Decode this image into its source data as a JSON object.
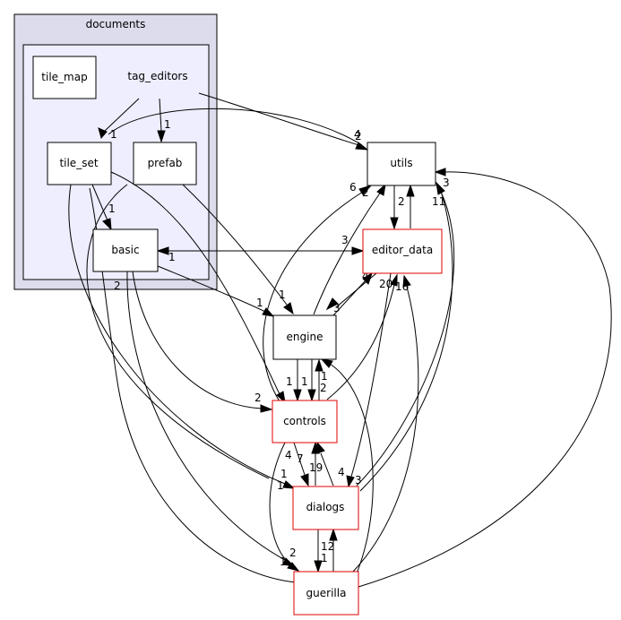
{
  "clusters": {
    "outer": {
      "label": "documents"
    },
    "inner": {
      "label": "tag_editors"
    }
  },
  "nodes": {
    "tile_map": "tile_map",
    "tile_set": "tile_set",
    "prefab": "prefab",
    "basic": "basic",
    "utils": "utils",
    "editor_data": "editor_data",
    "engine": "engine",
    "controls": "controls",
    "dialogs": "dialogs",
    "guerilla": "guerilla"
  },
  "edges": {
    "tag_tileset": "1",
    "tag_prefab": "1",
    "tag_utils": "2",
    "tileset_basic": "1",
    "tileset_utils": "4",
    "prefab_engine": "1",
    "basic_editordata": "1",
    "basic_editordata_head": "3",
    "basic_engine": "1",
    "basic_controls": "2",
    "basic_tail": "2",
    "utils_editordata": "2",
    "utils_controls": "6",
    "utils_engine": "2",
    "utils_dialogs": "11",
    "utils_guerilla": "3",
    "editordata_engine": "4",
    "engine_editordata": "3",
    "engine_editordata_b": "20",
    "controls_editordata": "16",
    "engine_controls_a": "1",
    "engine_controls_b": "1",
    "controls_engine": "1",
    "controls_engine_b": "2",
    "controls_dialogs": "4",
    "dialogs_controls": "7",
    "dialogs_controls_b": "19",
    "dialogs_editordata": "4",
    "dialogs_utils": "3",
    "tileset_dialogs": "1",
    "tileset_dialogs_b": "1",
    "dialogs_guerilla": "12",
    "guerilla_dialogs": "1",
    "guerilla_basic": "2",
    "guerilla_controls": "1"
  }
}
